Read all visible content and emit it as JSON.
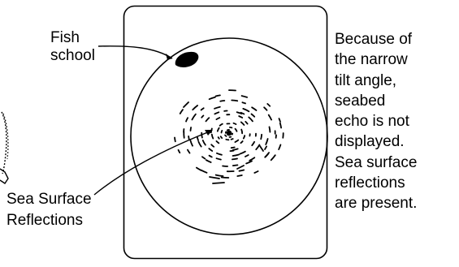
{
  "labels": {
    "fish_school": [
      "Fish",
      "school"
    ],
    "sea_surface": [
      "Sea Surface",
      "Reflections"
    ]
  },
  "explanation": {
    "lines": [
      "Because of",
      "the narrow",
      "tilt angle,",
      "seabed",
      "echo is not",
      "displayed.",
      "Sea surface",
      "reflections",
      "are present."
    ]
  },
  "colors": {
    "ink": "#000000",
    "background": "#ffffff"
  }
}
